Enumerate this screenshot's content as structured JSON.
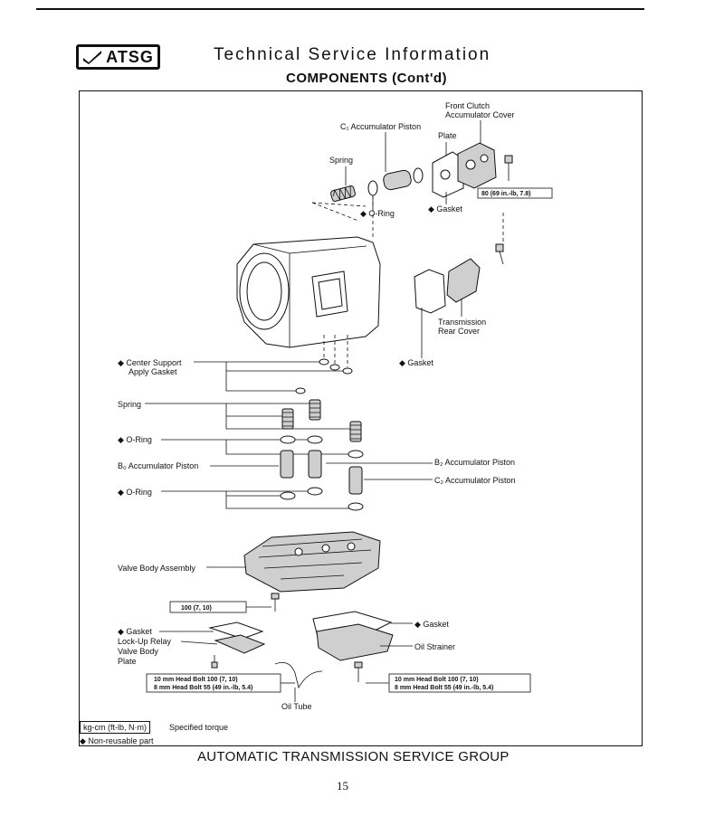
{
  "header": {
    "logo_text": "ATSG",
    "title": "Technical Service Information",
    "subtitle": "COMPONENTS (Cont'd)"
  },
  "labels": {
    "front_clutch_1": "Front Clutch",
    "front_clutch_2": "Accumulator Cover",
    "c1_piston": "C₁ Accumulator Piston",
    "plate": "Plate",
    "spring_top": "Spring",
    "oring_top": "◆  O-Ring",
    "gasket_top": "◆  Gasket",
    "torque_80": "80 (69 in.-lb, 7.8)",
    "trans_rear_1": "Transmission",
    "trans_rear_2": "Rear Cover",
    "gasket_mid": "◆  Gasket",
    "center_support_1": "◆  Center Support",
    "center_support_2": "Apply Gasket",
    "spring_mid": "Spring",
    "oring_mid": "◆  O-Ring",
    "b0_piston": "B₀ Accumulator Piston",
    "b2_piston": "B₂ Accumulator Piston",
    "c2_piston": "C₂ Accumulator Piston",
    "oring_low": "◆  O-Ring",
    "valve_body": "Valve Body Assembly",
    "torque_100": "100 (7, 10)",
    "gasket_left": "◆  Gasket",
    "lockup_1": "Lock-Up Relay",
    "lockup_2": "Valve Body",
    "lockup_3": "Plate",
    "gasket_right": "◆  Gasket",
    "oil_strainer": "Oil Strainer",
    "bolt_left_1": "10 mm Head Bolt 100 (7, 10)",
    "bolt_left_2": "8 mm Head Bolt 55 (49 in.-lb, 5.4)",
    "bolt_right_1": "10 mm Head Bolt 100 (7, 10)",
    "bolt_right_2": "8 mm Head Bolt 55 (49 in.-lb, 5.4)",
    "oil_tube": "Oil Tube"
  },
  "legend": {
    "unit_box": "kg-cm (ft-lb, N·m)",
    "unit_text": "Specified torque",
    "nonreuse": "◆  Non-reusable part"
  },
  "footer": {
    "org": "AUTOMATIC TRANSMISSION SERVICE GROUP",
    "page": "15"
  }
}
